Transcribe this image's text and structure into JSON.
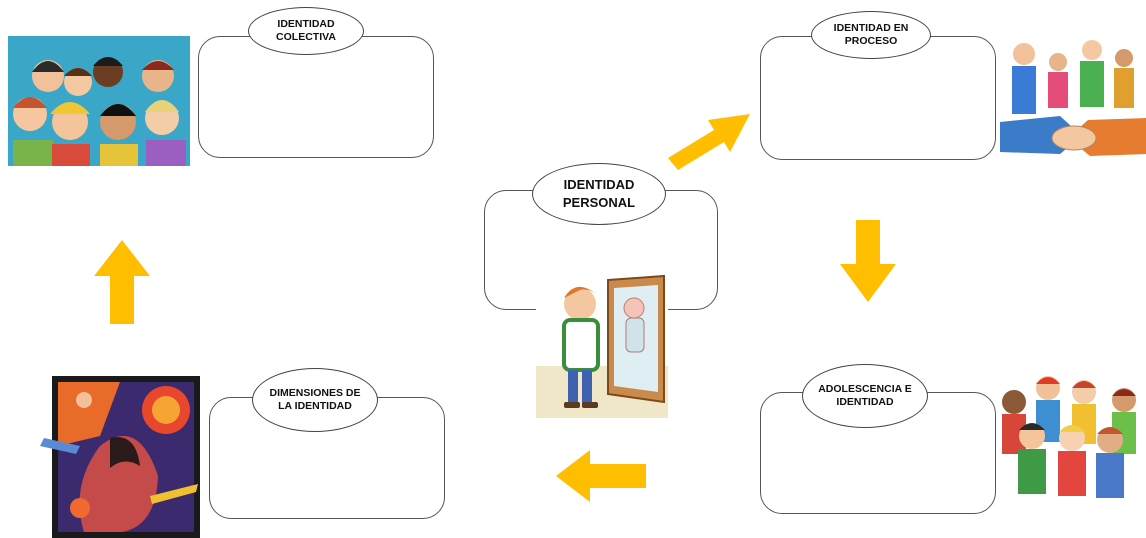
{
  "diagram": {
    "center": {
      "label": "IDENTIDAD\nPERSONAL"
    },
    "nodes": [
      {
        "id": "colectiva",
        "label": "IDENTIDAD\nCOLECTIVA",
        "image": "group-of-children-illustration"
      },
      {
        "id": "proceso",
        "label": "IDENTIDAD EN\nPROCESO",
        "image": "family-handshake-illustration"
      },
      {
        "id": "adolescencia",
        "label": "ADOLESCENCIA E\nIDENTIDAD",
        "image": "group-of-kids-illustration"
      },
      {
        "id": "dimensiones",
        "label": "DIMENSIONES DE\nLA IDENTIDAD",
        "image": "abstract-art-illustration"
      }
    ],
    "center_image": "boy-looking-in-mirror-illustration",
    "arrow_color": "#FFBF00",
    "arrows": [
      "center-to-proceso",
      "proceso-to-adolescencia",
      "adolescencia-to-dimensiones",
      "dimensiones-to-colectiva"
    ]
  }
}
